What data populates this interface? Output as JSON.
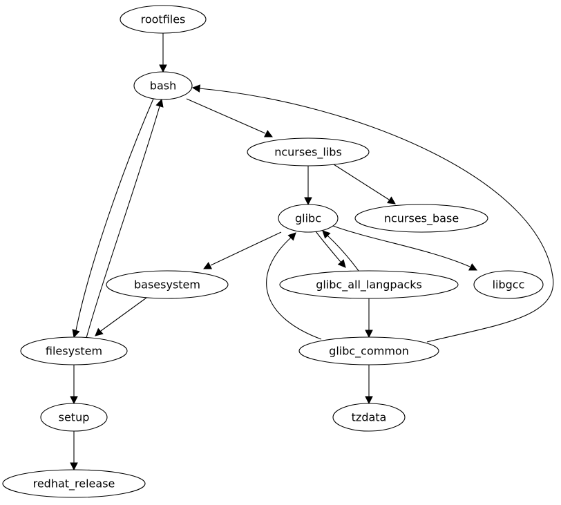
{
  "diagram": {
    "type": "directed-graph",
    "nodes": [
      {
        "id": "rootfiles",
        "label": "rootfiles"
      },
      {
        "id": "bash",
        "label": "bash"
      },
      {
        "id": "ncurses_libs",
        "label": "ncurses_libs"
      },
      {
        "id": "glibc",
        "label": "glibc"
      },
      {
        "id": "ncurses_base",
        "label": "ncurses_base"
      },
      {
        "id": "basesystem",
        "label": "basesystem"
      },
      {
        "id": "glibc_all_langpacks",
        "label": "glibc_all_langpacks"
      },
      {
        "id": "libgcc",
        "label": "libgcc"
      },
      {
        "id": "filesystem",
        "label": "filesystem"
      },
      {
        "id": "glibc_common",
        "label": "glibc_common"
      },
      {
        "id": "setup",
        "label": "setup"
      },
      {
        "id": "tzdata",
        "label": "tzdata"
      },
      {
        "id": "redhat_release",
        "label": "redhat_release"
      }
    ],
    "edges": [
      {
        "from": "rootfiles",
        "to": "bash"
      },
      {
        "from": "bash",
        "to": "ncurses_libs"
      },
      {
        "from": "bash",
        "to": "filesystem"
      },
      {
        "from": "filesystem",
        "to": "bash"
      },
      {
        "from": "ncurses_libs",
        "to": "glibc"
      },
      {
        "from": "ncurses_libs",
        "to": "ncurses_base"
      },
      {
        "from": "glibc",
        "to": "basesystem"
      },
      {
        "from": "glibc",
        "to": "glibc_all_langpacks"
      },
      {
        "from": "glibc_all_langpacks",
        "to": "glibc"
      },
      {
        "from": "glibc",
        "to": "libgcc"
      },
      {
        "from": "basesystem",
        "to": "filesystem"
      },
      {
        "from": "glibc_all_langpacks",
        "to": "glibc_common"
      },
      {
        "from": "glibc_common",
        "to": "glibc"
      },
      {
        "from": "glibc_common",
        "to": "bash"
      },
      {
        "from": "glibc_common",
        "to": "tzdata"
      },
      {
        "from": "filesystem",
        "to": "setup"
      },
      {
        "from": "setup",
        "to": "redhat_release"
      }
    ]
  }
}
